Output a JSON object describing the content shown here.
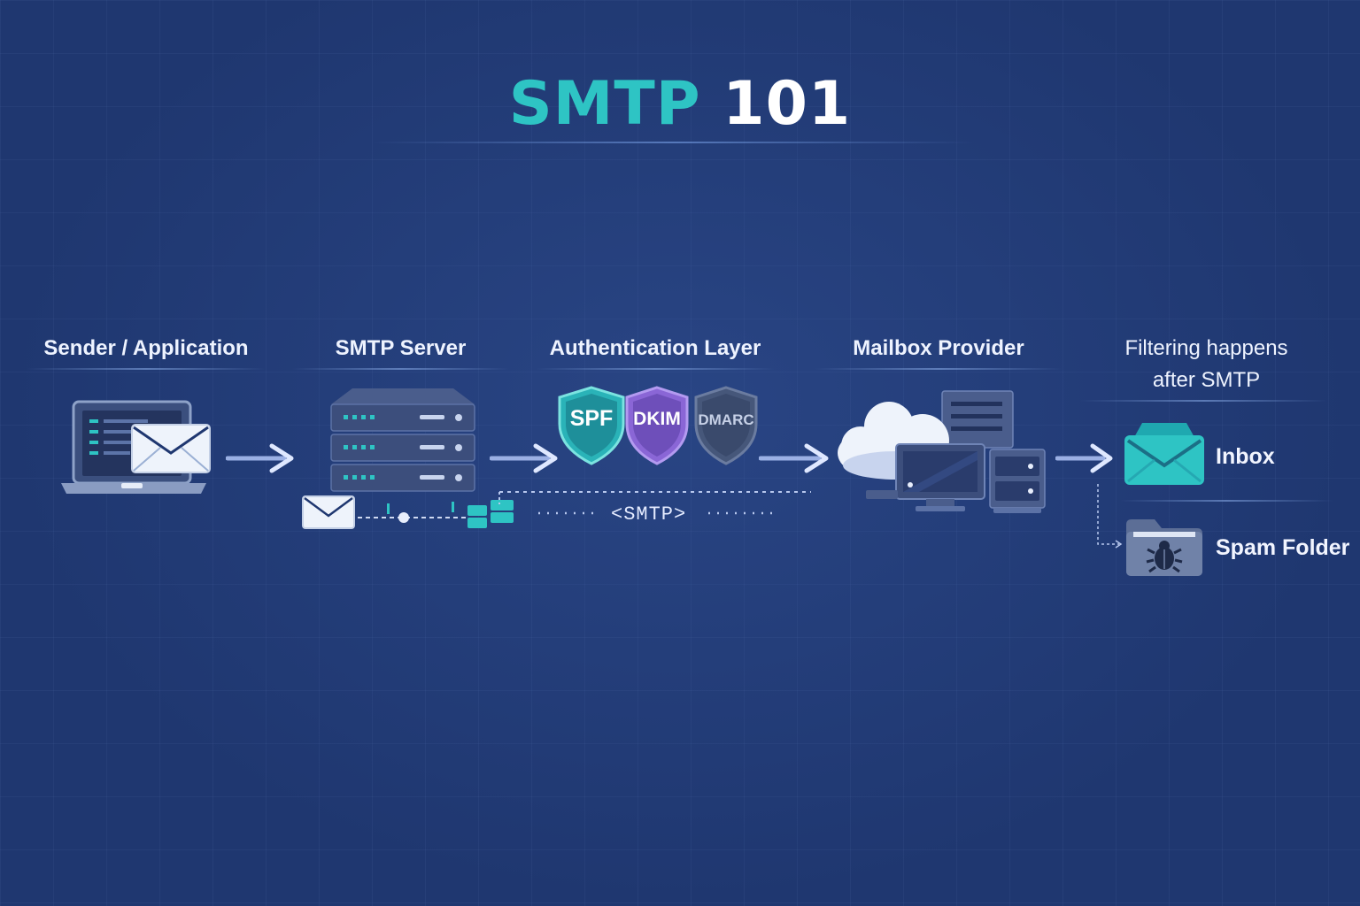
{
  "title": {
    "part1": "SMTP",
    "part2": "101"
  },
  "stages": [
    {
      "label": "Sender / Application",
      "icon": "laptop-email-icon"
    },
    {
      "label": "SMTP Server",
      "icon": "server-rack-icon"
    },
    {
      "label": "Authentication Layer",
      "icon": "auth-shields-icon"
    },
    {
      "label": "Mailbox Provider",
      "icon": "cloud-computers-icon"
    }
  ],
  "filtering": {
    "line1": "Filtering happens",
    "line2": "after SMTP"
  },
  "shields": [
    "SPF",
    "DKIM",
    "DMARC"
  ],
  "flow_label": "<SMTP>",
  "destinations": [
    {
      "label": "Inbox",
      "icon": "inbox-icon"
    },
    {
      "label": "Spam Folder",
      "icon": "spam-folder-icon"
    }
  ],
  "colors": {
    "accent": "#2ec4c4",
    "background": "#1f3770",
    "dkim": "#7a5cc8",
    "dmarc": "#4a5a78"
  }
}
